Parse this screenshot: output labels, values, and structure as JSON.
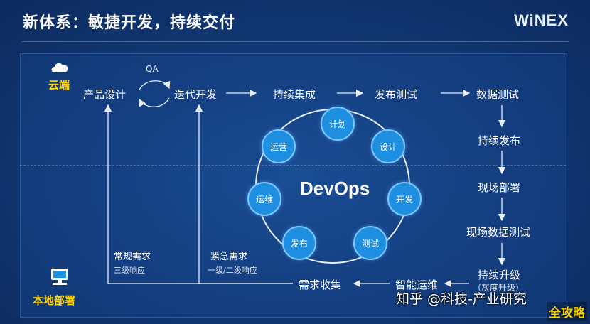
{
  "header": {
    "title": "新体系：敏捷开发，持续交付",
    "brand": "WiNEX"
  },
  "sections": {
    "cloud_label": "云端",
    "local_label": "本地部署"
  },
  "top_flow": {
    "qa_label": "QA",
    "product_design": "产品设计",
    "iterative_dev": "迭代开发",
    "continuous_integration": "持续集成",
    "release_test": "发布测试",
    "data_test": "数据测试"
  },
  "right_flow": {
    "continuous_release": "持续发布",
    "onsite_deploy": "现场部署",
    "onsite_data_test": "现场数据测试",
    "upgrade": "持续升级",
    "upgrade_note": "（灰度升级）"
  },
  "bottom_flow": {
    "smart_ops": "智能运维",
    "demand_collection": "需求收集",
    "regular_demand": "常规需求",
    "regular_response": "三级响应",
    "urgent_demand": "紧急需求",
    "urgent_response": "一级/二级响应"
  },
  "cycle": {
    "center": "DevOps",
    "stages": [
      "计划",
      "设计",
      "开发",
      "测试",
      "发布",
      "运维",
      "运营"
    ]
  },
  "overlay": {
    "watermark": "知乎 @科技-产业研究",
    "corner": "全攻略"
  },
  "colors": {
    "accent": "#ffd400",
    "circle": "#1e8fe0",
    "background": "#123a78"
  }
}
